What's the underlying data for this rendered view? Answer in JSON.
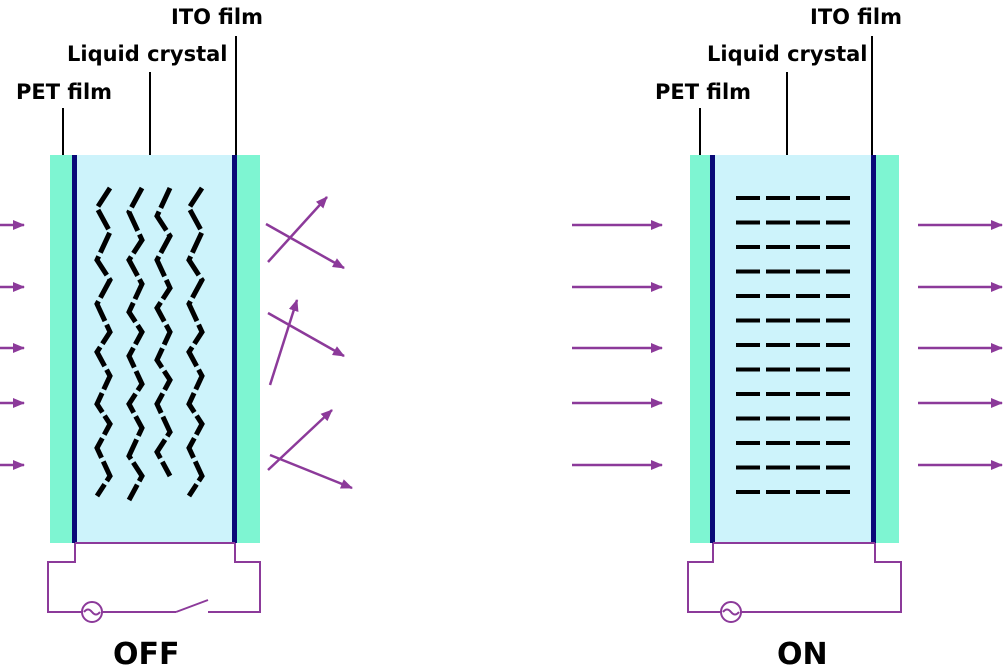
{
  "panels": [
    {
      "id": "off",
      "state_label": "OFF",
      "label_pet": "PET film",
      "label_lc": "Liquid crystal",
      "label_ito": "ITO film",
      "switch_state": "open",
      "light": "scattered",
      "crystal_alignment": "random zigzag"
    },
    {
      "id": "on",
      "state_label": "ON",
      "label_pet": "PET film",
      "label_lc": "Liquid crystal",
      "label_ito": "ITO film",
      "switch_state": "closed",
      "light": "transmitted",
      "crystal_alignment": "aligned"
    }
  ],
  "colors": {
    "pet_film": "#7ef5d2",
    "liquid_crystal": "#cdf3fb",
    "ito_film": "#0a0a78",
    "light_arrows": "#8c3a9a",
    "circuit": "#8c3a9a",
    "crystal_molecules": "#000000"
  }
}
